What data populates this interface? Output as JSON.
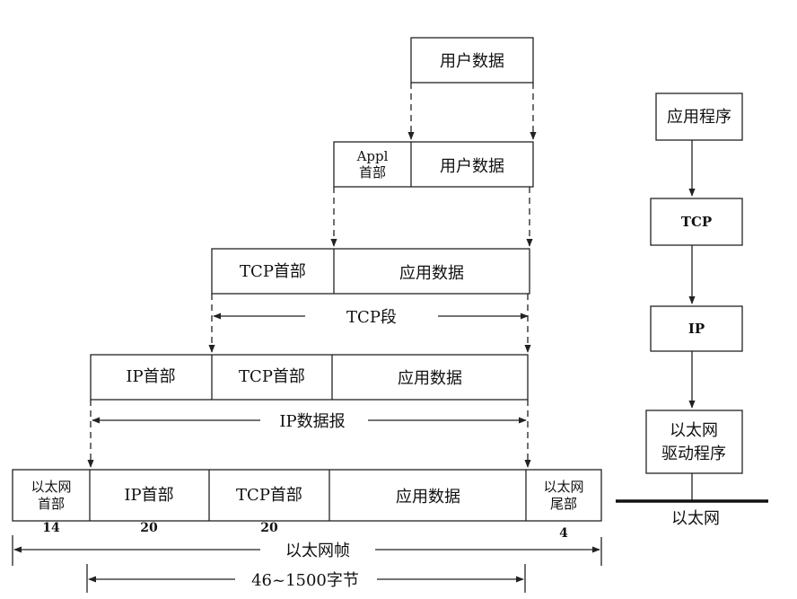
{
  "encapsulation": {
    "user_data": "用户数据",
    "appl_header_line1": "Appl",
    "appl_header_line2": "首部",
    "tcp_header": "TCP首部",
    "app_data": "应用数据",
    "tcp_segment": "TCP段",
    "ip_header": "IP首部",
    "ip_datagram": "IP数据报",
    "eth_header_line1": "以太网",
    "eth_header_line2": "首部",
    "eth_trailer_line1": "以太网",
    "eth_trailer_line2": "尾部",
    "eth_frame": "以太网帧",
    "payload_range": "46~1500字节",
    "size_eth_header": "14",
    "size_ip_header": "20",
    "size_tcp_header": "20",
    "size_eth_trailer": "4"
  },
  "stack": {
    "application": "应用程序",
    "tcp": "TCP",
    "ip": "IP",
    "driver_line1": "以太网",
    "driver_line2": "驱动程序",
    "network": "以太网"
  }
}
